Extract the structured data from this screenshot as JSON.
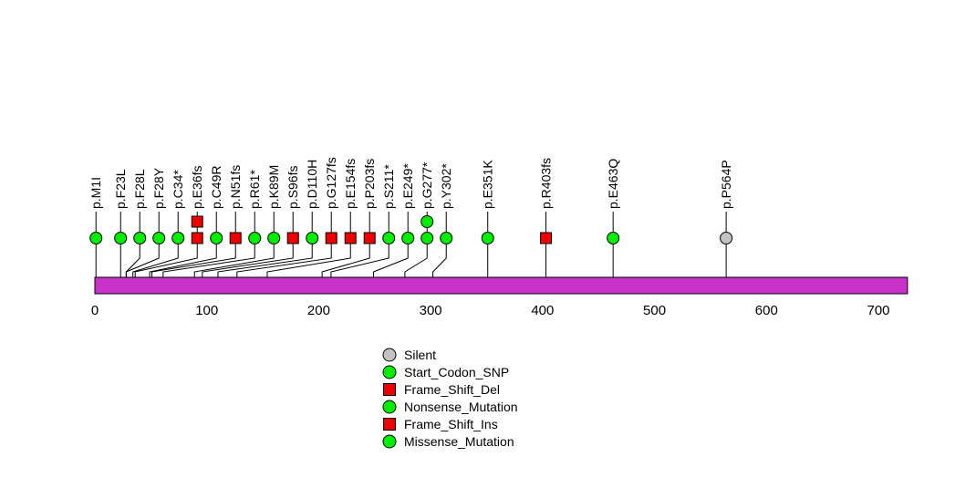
{
  "chart_data": {
    "type": "scatter",
    "subtype": "lollipop-mutation-plot",
    "title": "",
    "xlabel": "",
    "ylabel": "",
    "protein_length": 726,
    "bar_color": "#C832C8",
    "axis": {
      "ticks": [
        0,
        100,
        200,
        300,
        400,
        500,
        600,
        700
      ],
      "range": [
        0,
        726
      ],
      "grid": false
    },
    "marker_colors": {
      "green": "#00EE00",
      "red": "#EE0000",
      "gray": "#C3C3C3"
    },
    "mutations": [
      {
        "label": "p.M1I",
        "pos": 1,
        "markers": [
          {
            "shape": "circle",
            "color": "green"
          }
        ]
      },
      {
        "label": "p.F23L",
        "pos": 23,
        "markers": [
          {
            "shape": "circle",
            "color": "green"
          }
        ]
      },
      {
        "label": "p.F28L",
        "pos": 28,
        "markers": [
          {
            "shape": "circle",
            "color": "green"
          }
        ]
      },
      {
        "label": "p.F28Y",
        "pos": 28,
        "markers": [
          {
            "shape": "circle",
            "color": "green"
          }
        ]
      },
      {
        "label": "p.C34*",
        "pos": 34,
        "markers": [
          {
            "shape": "circle",
            "color": "green"
          }
        ]
      },
      {
        "label": "p.E36fs",
        "pos": 36,
        "markers": [
          {
            "shape": "square",
            "color": "red"
          },
          {
            "shape": "square",
            "color": "red"
          }
        ]
      },
      {
        "label": "p.C49R",
        "pos": 49,
        "markers": [
          {
            "shape": "circle",
            "color": "green"
          }
        ]
      },
      {
        "label": "p.N51fs",
        "pos": 51,
        "markers": [
          {
            "shape": "square",
            "color": "red"
          }
        ]
      },
      {
        "label": "p.R61*",
        "pos": 61,
        "markers": [
          {
            "shape": "circle",
            "color": "green"
          }
        ]
      },
      {
        "label": "p.K89M",
        "pos": 89,
        "markers": [
          {
            "shape": "circle",
            "color": "green"
          }
        ]
      },
      {
        "label": "p.S96fs",
        "pos": 96,
        "markers": [
          {
            "shape": "square",
            "color": "red"
          }
        ]
      },
      {
        "label": "p.D110H",
        "pos": 110,
        "markers": [
          {
            "shape": "circle",
            "color": "green"
          }
        ]
      },
      {
        "label": "p.G127fs",
        "pos": 127,
        "markers": [
          {
            "shape": "square",
            "color": "red"
          }
        ]
      },
      {
        "label": "p.E154fs",
        "pos": 154,
        "markers": [
          {
            "shape": "square",
            "color": "red"
          }
        ]
      },
      {
        "label": "p.P203fs",
        "pos": 203,
        "markers": [
          {
            "shape": "square",
            "color": "red"
          }
        ]
      },
      {
        "label": "p.S211*",
        "pos": 211,
        "markers": [
          {
            "shape": "circle",
            "color": "green"
          }
        ]
      },
      {
        "label": "p.E249*",
        "pos": 249,
        "markers": [
          {
            "shape": "circle",
            "color": "green"
          }
        ]
      },
      {
        "label": "p.G277*",
        "pos": 277,
        "markers": [
          {
            "shape": "circle",
            "color": "green"
          },
          {
            "shape": "circle",
            "color": "green"
          }
        ]
      },
      {
        "label": "p.Y302*",
        "pos": 302,
        "markers": [
          {
            "shape": "circle",
            "color": "green"
          }
        ]
      },
      {
        "label": "p.E351K",
        "pos": 351,
        "markers": [
          {
            "shape": "circle",
            "color": "green"
          }
        ]
      },
      {
        "label": "p.R403fs",
        "pos": 403,
        "markers": [
          {
            "shape": "square",
            "color": "red"
          }
        ]
      },
      {
        "label": "p.E463Q",
        "pos": 463,
        "markers": [
          {
            "shape": "circle",
            "color": "green"
          }
        ]
      },
      {
        "label": "p.P564P",
        "pos": 564,
        "markers": [
          {
            "shape": "circle",
            "color": "gray"
          }
        ]
      }
    ],
    "legend": [
      {
        "label": "Silent",
        "shape": "circle",
        "color": "gray"
      },
      {
        "label": "Start_Codon_SNP",
        "shape": "circle",
        "color": "green"
      },
      {
        "label": "Frame_Shift_Del",
        "shape": "square",
        "color": "red"
      },
      {
        "label": "Nonsense_Mutation",
        "shape": "circle",
        "color": "green"
      },
      {
        "label": "Frame_Shift_Ins",
        "shape": "square",
        "color": "red"
      },
      {
        "label": "Missense_Mutation",
        "shape": "circle",
        "color": "green"
      }
    ],
    "legend_position": "bottom-center"
  }
}
